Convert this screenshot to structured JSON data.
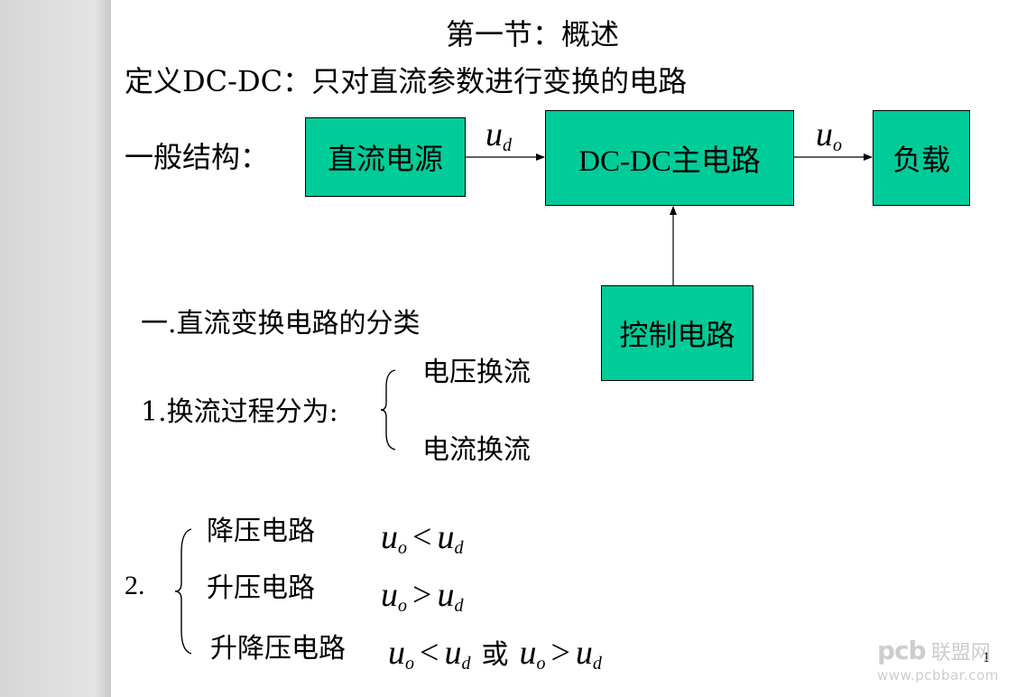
{
  "slide": {
    "title": "第一节：概述",
    "definition": "定义DC-DC：只对直流参数进行变换的电路",
    "structure_label": "一般结构：",
    "page_number": "1"
  },
  "diagram": {
    "source_box": "直流电源",
    "main_box": "DC-DC主电路",
    "load_box": "负载",
    "control_box": "控制电路",
    "input_var": "u",
    "input_sub": "d",
    "output_var": "u",
    "output_sub": "o"
  },
  "section1": {
    "heading": "一.直流变换电路的分类",
    "item1_label": "1.换流过程分为:",
    "item1_options": [
      "电压换流",
      "电流换流"
    ]
  },
  "section2": {
    "label": "2.",
    "rows": [
      {
        "name": "降压电路",
        "rel": "<",
        "var": "u",
        "sub_left": "o",
        "sub_right": "d"
      },
      {
        "name": "升压电路",
        "rel": ">",
        "var": "u",
        "sub_left": "o",
        "sub_right": "d"
      },
      {
        "name": "升降压电路",
        "rel1": "<",
        "or": "或",
        "rel2": ">",
        "var": "u",
        "sub_left": "o",
        "sub_right": "d"
      }
    ]
  },
  "watermark": {
    "logo": "pcb",
    "text": "联盟网",
    "url": "www.pcbbar.com"
  }
}
